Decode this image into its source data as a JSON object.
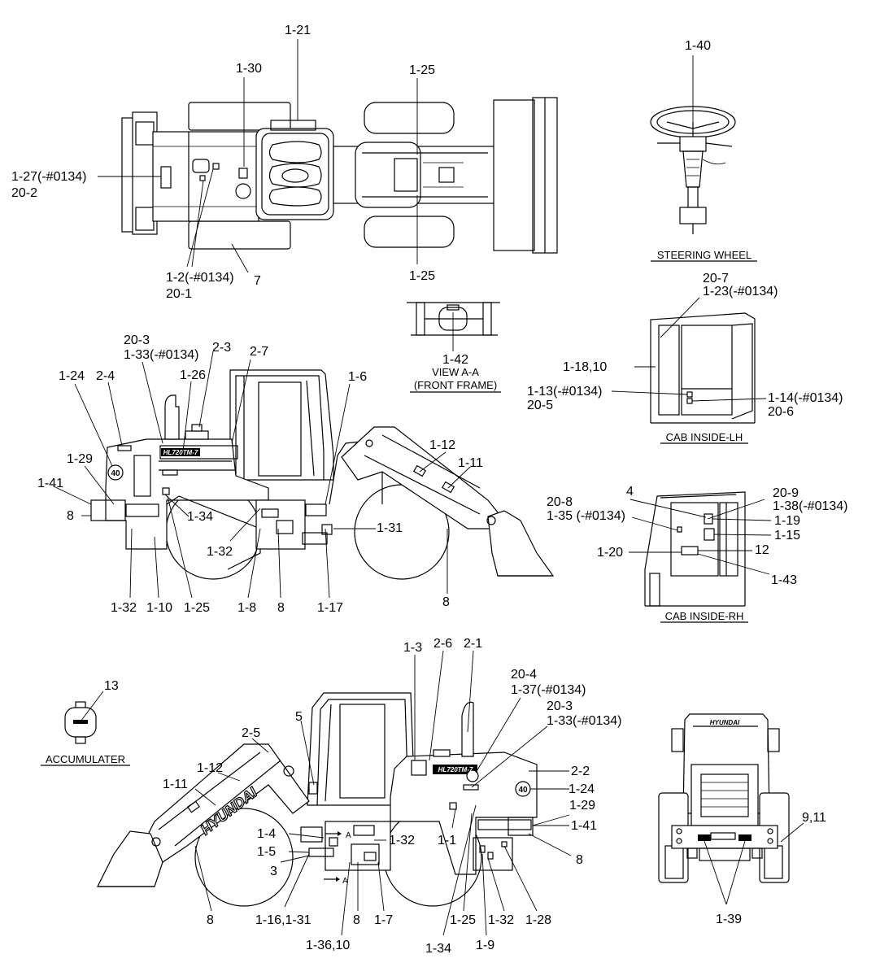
{
  "captions": {
    "steering_wheel": "STEERING WHEEL",
    "view_aa": "VIEW A-A",
    "front_frame": "(FRONT FRAME)",
    "cab_lh": "CAB INSIDE-LH",
    "cab_rh": "CAB INSIDE-RH",
    "accumulater": "ACCUMULATER"
  },
  "logos": {
    "model_badge": "HL720TM-7",
    "brand": "HYUNDAI"
  },
  "callouts": {
    "top": {
      "c1": "1-21",
      "c2": "1-30",
      "c3": "1-25",
      "c4a": "1-27(-#0134)",
      "c4b": "20-2",
      "c5a": "1-2(-#0134)",
      "c5b": "20-1",
      "c6": "7",
      "c7": "1-25"
    },
    "steering": {
      "c1": "1-40"
    },
    "view": {
      "c1": "1-42"
    },
    "cab_lh": {
      "c1a": "20-7",
      "c1b": "1-23(-#0134)",
      "c2": "1-18,10",
      "c3a": "1-13(-#0134)",
      "c3b": "20-5",
      "c4a": "1-14(-#0134)",
      "c4b": "20-6"
    },
    "cab_rh": {
      "c1": "4",
      "c2a": "20-9",
      "c2b": "1-38(-#0134)",
      "c3a": "20-8",
      "c3b": "1-35 (-#0134)",
      "c4": "1-19",
      "c5": "1-15",
      "c6": "1-20",
      "c7": "12",
      "c8": "1-43"
    },
    "left": {
      "c1a": "20-3",
      "c1b": "1-33(-#0134)",
      "c2": "2-3",
      "c3": "2-7",
      "c4": "1-24",
      "c5": "2-4",
      "c6": "1-26",
      "c7": "1-6",
      "c8": "1-29",
      "c9": "1-12",
      "c10": "1-11",
      "c11": "1-41",
      "c12": "8",
      "c13": "1-34",
      "c14": "1-31",
      "c15": "1-32",
      "c16": "1-32",
      "c17": "1-10",
      "c18": "1-25",
      "c19": "1-8",
      "c20": "8",
      "c21": "1-17",
      "c22": "8"
    },
    "right": {
      "c1": "1-3",
      "c2": "2-6",
      "c3": "2-1",
      "c4a": "20-4",
      "c4b": "1-37(-#0134)",
      "c5a": "20-3",
      "c5b": "1-33(-#0134)",
      "c6": "5",
      "c7": "2-5",
      "c8": "1-12",
      "c9": "1-11",
      "c10": "2-2",
      "c11": "1-24",
      "c12": "1-29",
      "c13": "1-4",
      "c14": "1-41",
      "c15": "1-5",
      "c16": "1-32",
      "c17": "1-1",
      "c18": "3",
      "c19": "8",
      "c20": "8",
      "c21": "1-16,1-31",
      "c22": "8",
      "c23": "1-7",
      "c24": "1-25",
      "c25": "1-32",
      "c26": "1-28",
      "c27": "1-36,10",
      "c28": "1-34",
      "c29": "1-9"
    },
    "accumulater": {
      "c1": "13"
    },
    "rear": {
      "c1": "9,11",
      "c2": "1-39"
    }
  }
}
